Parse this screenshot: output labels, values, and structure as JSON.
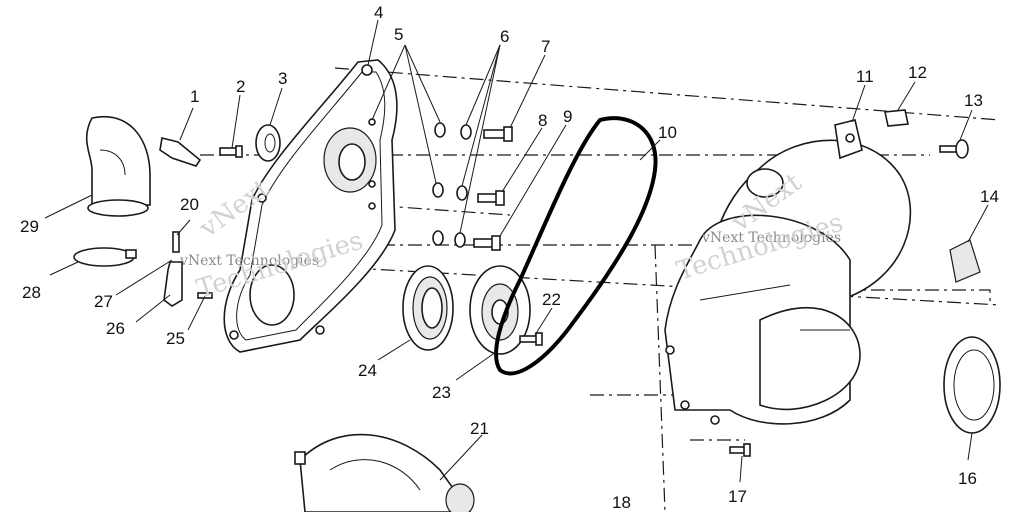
{
  "diagram": {
    "watermarks": [
      {
        "text": "vNext"
      },
      {
        "text": "vNext Technologies"
      },
      {
        "text": "Technologies"
      },
      {
        "text": "vNext"
      },
      {
        "text": "vNext Technologies"
      },
      {
        "text": "Technologies"
      }
    ],
    "callouts": [
      {
        "id": "1",
        "text": "1"
      },
      {
        "id": "2",
        "text": "2"
      },
      {
        "id": "3",
        "text": "3"
      },
      {
        "id": "4",
        "text": "4"
      },
      {
        "id": "5",
        "text": "5"
      },
      {
        "id": "6",
        "text": "6"
      },
      {
        "id": "7",
        "text": "7"
      },
      {
        "id": "8",
        "text": "8"
      },
      {
        "id": "9",
        "text": "9"
      },
      {
        "id": "10",
        "text": "10"
      },
      {
        "id": "11",
        "text": "11"
      },
      {
        "id": "12",
        "text": "12"
      },
      {
        "id": "13",
        "text": "13"
      },
      {
        "id": "14",
        "text": "14"
      },
      {
        "id": "16",
        "text": "16"
      },
      {
        "id": "17",
        "text": "17"
      },
      {
        "id": "18",
        "text": "18"
      },
      {
        "id": "20",
        "text": "20"
      },
      {
        "id": "21",
        "text": "21"
      },
      {
        "id": "22",
        "text": "22"
      },
      {
        "id": "23",
        "text": "23"
      },
      {
        "id": "24",
        "text": "24"
      },
      {
        "id": "25",
        "text": "25"
      },
      {
        "id": "26",
        "text": "26"
      },
      {
        "id": "27",
        "text": "27"
      },
      {
        "id": "28",
        "text": "28"
      },
      {
        "id": "29",
        "text": "29"
      }
    ]
  }
}
